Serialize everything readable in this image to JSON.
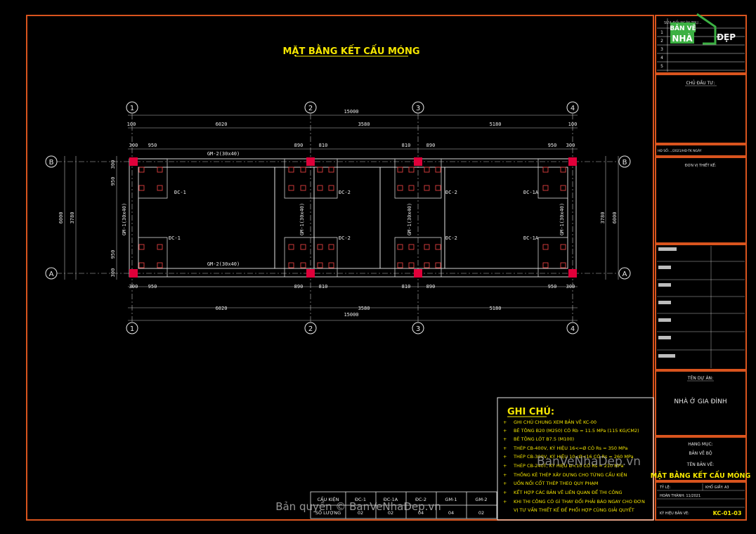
{
  "drawing": {
    "title": "MẶT BẰNG KẾT CẤU MÓNG",
    "grid_numbers": [
      "1",
      "2",
      "3",
      "4"
    ],
    "grid_letters": [
      "B",
      "A"
    ],
    "top_total": "15000",
    "top_spans": [
      "6020",
      "3580",
      "5180"
    ],
    "bottom_spans": [
      "6020",
      "3580",
      "5180"
    ],
    "bottom_total": "15000",
    "col_offsets_top": [
      "300",
      "950",
      "890",
      "810",
      "810",
      "890",
      "950",
      "300"
    ],
    "col_offsets_bottom": [
      "300",
      "950",
      "890",
      "810",
      "810",
      "890",
      "950",
      "300"
    ],
    "small_dim": "100",
    "left_dims": [
      "6000",
      "3780",
      "950",
      "950",
      "300",
      "300"
    ],
    "right_dims": [
      "3780",
      "6000"
    ],
    "beam_top": "GM-2(30x40)",
    "beam_bottom": "GM-2(30x40)",
    "beam_vertical": "GM-1(30x40)",
    "footings": [
      "ĐC-1",
      "ĐC-2",
      "ĐC-2",
      "ĐC-1A"
    ]
  },
  "notes": {
    "heading": "GHI CHÚ:",
    "items": [
      "GHI CHÚ CHUNG XEM BẢN VẼ KC-00",
      "BÊ TÔNG B20 (M250) CÓ Rb = 11.5 MPa (115 KG/CM2)",
      "BÊ TÔNG LÓT B7.5 (M100)",
      "THÉP CB-400V, KÝ HIỆU 16<=Ø CÓ Rs = 350 MPa",
      "THÉP CB-300V, KÝ HIỆU 10<Ø<16 CÓ Rs = 260 MPa",
      "THÉP CB-240T, KÝ HIỆU Ø<10 CÓ Rs = 210 MPa",
      "THỐNG KÊ THÉP XÂY DỰNG CHO TỪNG CẤU KIỆN",
      "UỐN NỐI CỐT THÉP THEO QUY PHẠM",
      "KẾT HỢP CÁC BẢN VẼ LIÊN QUAN ĐỂ THI CÔNG",
      "KHI THI CÔNG CÓ GÌ THAY ĐỔI PHẢI BÁO NGAY CHO ĐƠN",
      "VỊ TƯ VẤN THIẾT KẾ ĐỂ PHỐI HỢP CÙNG GIẢI QUYẾT"
    ]
  },
  "schedule": {
    "row1": [
      "CẤU KIỆN",
      "ĐC-1",
      "ĐC-1A",
      "ĐC-2",
      "GM-1",
      "GM-2"
    ],
    "row2": [
      "SỐ LƯỢNG",
      "02",
      "02",
      "04",
      "04",
      "02"
    ]
  },
  "title_block": {
    "rev_header": "SỬA ĐỔI  NGÀY  TRỤ...",
    "rev_rows": [
      "1",
      "2",
      "3",
      "4",
      "5"
    ],
    "owner_label": "CHỦ ĐẦU TƯ:",
    "contract_label": "HĐ SỐ:.../2021/HĐ-TK NGÀY",
    "designer_label": "ĐƠN VỊ THIẾT KẾ:",
    "project_label": "TÊN DỰ ÁN:",
    "project_name": "NHÀ Ở GIA ĐÌNH",
    "item_label": "HẠNG MỤC:",
    "item_name": "BẢN VẼ BỘ",
    "sheet_label": "TÊN BẢN VẼ:",
    "sheet_name": "MẶT BẰNG KẾT CẤU MÓNG",
    "scale_label": "TỶ LỆ:",
    "size_label": "KHỔ GIẤY:   A3",
    "date_label": "HOÀN THÀNH: 11/2021",
    "code_label": "KÝ HIỆU BẢN VẼ:",
    "code": "KC-01-03"
  },
  "logo": {
    "line1": "BẢN VẼ",
    "line2": "NHÀ",
    "line3": "ĐẸP"
  },
  "watermark": {
    "copyright": "Bản quyền © BanVeNhaDep.vn",
    "site": "BanVeNhaDep.vn"
  },
  "colors": {
    "frame": "#d9541e",
    "title_block_border": "#d9541e",
    "notes_border": "#e8e8e8",
    "text_yellow": "#f5e600",
    "text_green": "#5fe65f",
    "column_red": "#e0003a",
    "footing_red": "#e04040"
  }
}
